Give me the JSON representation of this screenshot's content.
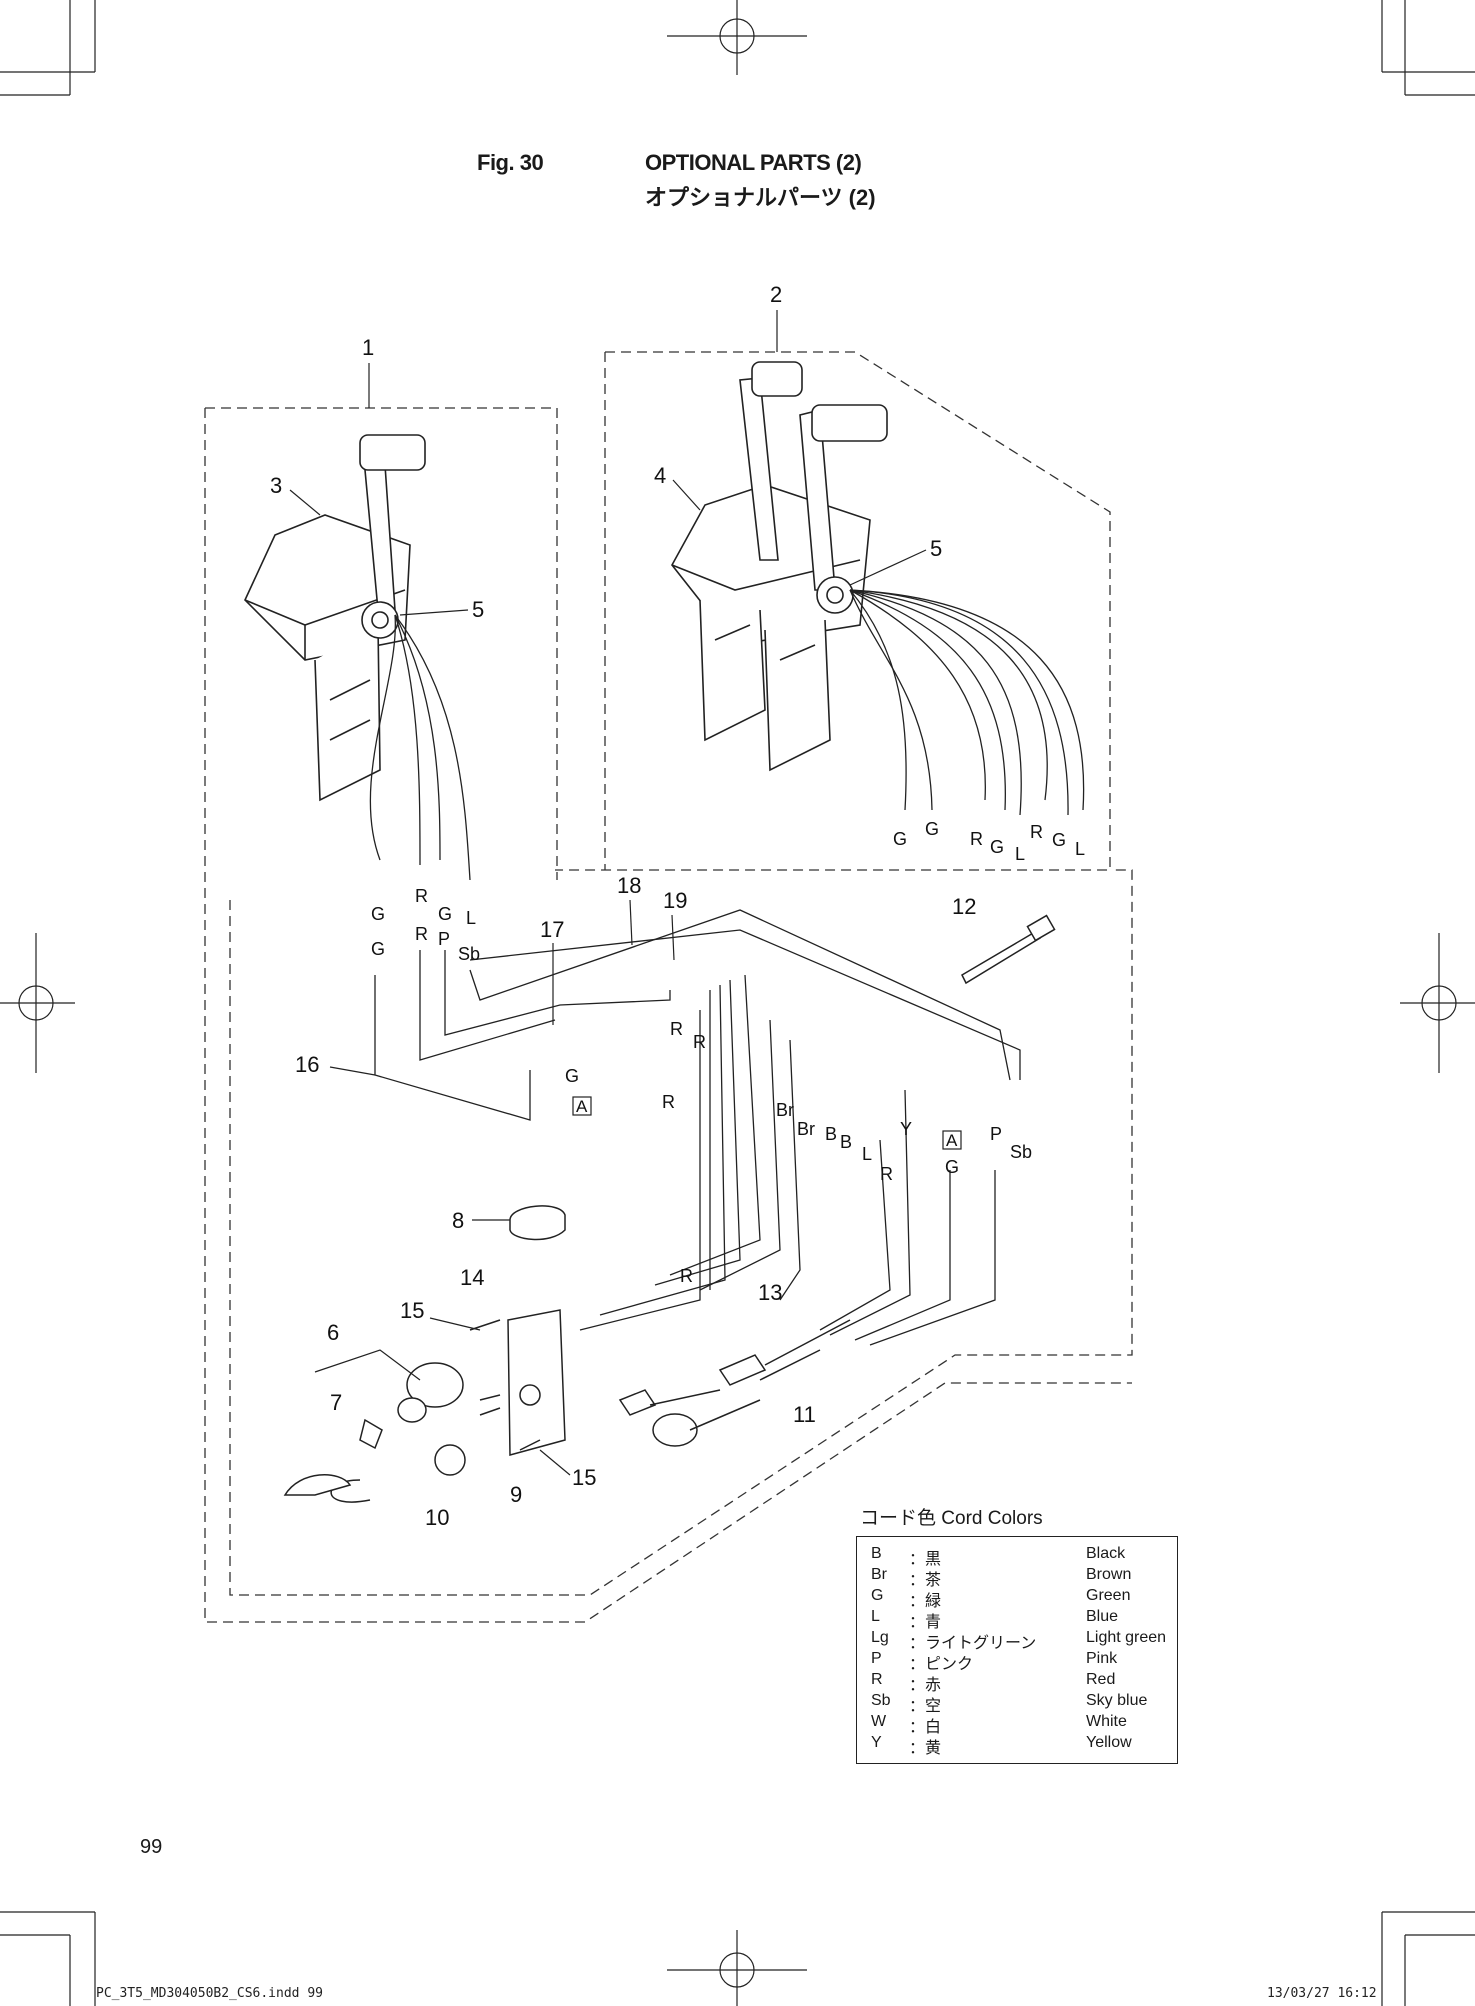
{
  "header": {
    "fig_number": "Fig. 30",
    "title_en": "OPTIONAL PARTS (2)",
    "title_jp": "オプショナルパーツ (2)"
  },
  "part_numbers": [
    "1",
    "2",
    "3",
    "4",
    "5",
    "5",
    "6",
    "7",
    "8",
    "9",
    "10",
    "11",
    "12",
    "13",
    "14",
    "15",
    "15",
    "16",
    "17",
    "18",
    "19"
  ],
  "wire_labels": {
    "single_control_leads": [
      "G",
      "R",
      "G",
      "L"
    ],
    "dual_control_leads": [
      "G",
      "G",
      "R",
      "G",
      "L",
      "R",
      "G",
      "L"
    ],
    "harness_side": [
      "G",
      "R",
      "P",
      "Sb",
      "G",
      "R",
      "R",
      "R",
      "Br",
      "Br",
      "B",
      "B",
      "L",
      "R",
      "Y",
      "G",
      "P",
      "Sb",
      "R"
    ],
    "connector_ref": [
      "A",
      "A"
    ]
  },
  "cord_colors": {
    "title": "コード色 Cord Colors",
    "rows": [
      {
        "code": "B",
        "jp": "：黒",
        "en": "Black"
      },
      {
        "code": "Br",
        "jp": "：茶",
        "en": "Brown"
      },
      {
        "code": "G",
        "jp": "：緑",
        "en": "Green"
      },
      {
        "code": "L",
        "jp": "：青",
        "en": "Blue"
      },
      {
        "code": "Lg",
        "jp": "：ライトグリーン",
        "en": "Light green"
      },
      {
        "code": "P",
        "jp": "：ピンク",
        "en": "Pink"
      },
      {
        "code": "R",
        "jp": "：赤",
        "en": "Red"
      },
      {
        "code": "Sb",
        "jp": "：空",
        "en": "Sky blue"
      },
      {
        "code": "W",
        "jp": "：白",
        "en": "White"
      },
      {
        "code": "Y",
        "jp": "：黄",
        "en": "Yellow"
      }
    ]
  },
  "page_number": "99",
  "footer": {
    "file": "PC_3T5_MD304050B2_CS6.indd  99",
    "timestamp": "13/03/27  16:12"
  }
}
